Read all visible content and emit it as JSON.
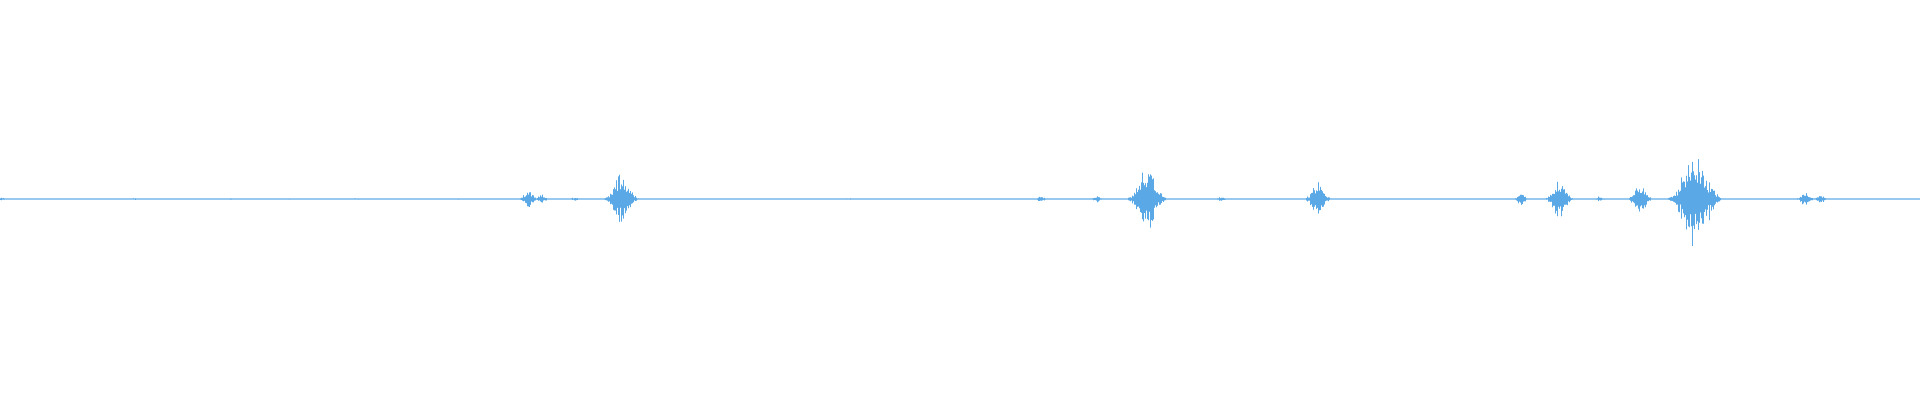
{
  "waveform": {
    "color": "#5aa9e6",
    "background": "#ffffff",
    "baseline_amplitude": 0.008,
    "bursts": [
      {
        "position": 0.0005,
        "amplitude": 0.02
      },
      {
        "position": 0.07,
        "amplitude": 0.015
      },
      {
        "position": 0.078,
        "amplitude": 0.012
      },
      {
        "position": 0.12,
        "amplitude": 0.012
      },
      {
        "position": 0.15,
        "amplitude": 0.012
      },
      {
        "position": 0.185,
        "amplitude": 0.014
      },
      {
        "position": 0.238,
        "amplitude": 0.012
      },
      {
        "position": 0.275,
        "amplitude": 0.12
      },
      {
        "position": 0.282,
        "amplitude": 0.06
      },
      {
        "position": 0.299,
        "amplitude": 0.025
      },
      {
        "position": 0.323,
        "amplitude": 0.35
      },
      {
        "position": 0.326,
        "amplitude": 0.22
      },
      {
        "position": 0.442,
        "amplitude": 0.015
      },
      {
        "position": 0.487,
        "amplitude": 0.012
      },
      {
        "position": 0.542,
        "amplitude": 0.04
      },
      {
        "position": 0.571,
        "amplitude": 0.045
      },
      {
        "position": 0.597,
        "amplitude": 0.45
      },
      {
        "position": 0.603,
        "amplitude": 0.12
      },
      {
        "position": 0.636,
        "amplitude": 0.03
      },
      {
        "position": 0.686,
        "amplitude": 0.24
      },
      {
        "position": 0.69,
        "amplitude": 0.05
      },
      {
        "position": 0.792,
        "amplitude": 0.08
      },
      {
        "position": 0.812,
        "amplitude": 0.28
      },
      {
        "position": 0.833,
        "amplitude": 0.035
      },
      {
        "position": 0.854,
        "amplitude": 0.22
      },
      {
        "position": 0.882,
        "amplitude": 0.68
      },
      {
        "position": 0.889,
        "amplitude": 0.3
      },
      {
        "position": 0.94,
        "amplitude": 0.1
      },
      {
        "position": 0.948,
        "amplitude": 0.06
      }
    ]
  }
}
